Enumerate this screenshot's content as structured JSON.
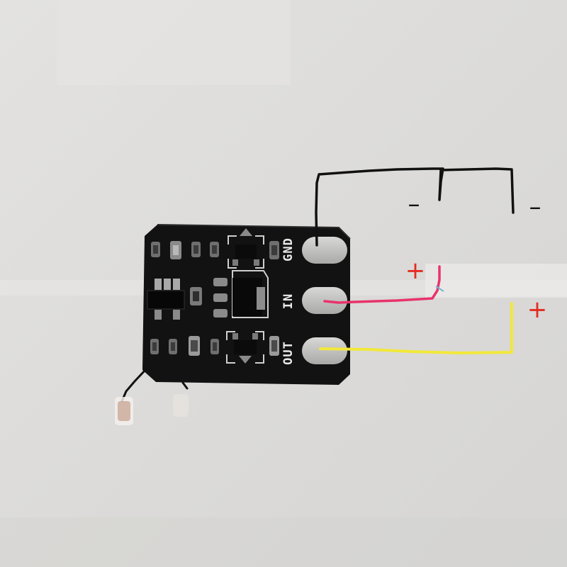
{
  "board": {
    "pins": [
      {
        "label": "GND"
      },
      {
        "label": "IN"
      },
      {
        "label": "OUT"
      }
    ]
  },
  "annotations": {
    "minus_left": "–",
    "minus_right": "–",
    "plus_left": "+",
    "plus_right": "+"
  },
  "colors": {
    "background": "#dedddb",
    "pcb": "#111111",
    "gnd_wire": "#111111",
    "in_wire": "#e8336b",
    "out_wire": "#f2e83a",
    "plus_sign": "#e32b21",
    "minus_sign": "#111111"
  }
}
